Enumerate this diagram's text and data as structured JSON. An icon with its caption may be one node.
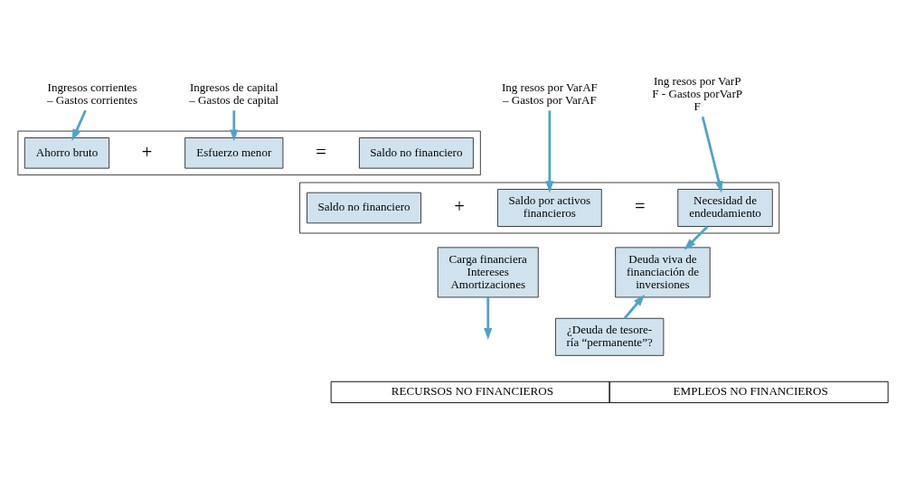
{
  "diagram": {
    "nodes": [
      {
        "text": [
          "Ingresos corrientes – Gastos corrientes"
        ]
      },
      {
        "text": [
          "Ingresos de capital – Gastos de capital"
        ]
      },
      {
        "text": [
          "Ing resos por VarAF – Gastos por VarAF"
        ]
      },
      {
        "text": [
          "Ing resos por VarP F - Gastos porVarP F"
        ]
      },
      {
        "text": [],
        "shape": "box"
      },
      {
        "text": [
          "Ahorro bruto"
        ],
        "in": 4
      },
      {
        "text": [
          "Esfuerzo menor"
        ],
        "in": 4
      },
      {
        "text": [
          "Saldo no financiero"
        ],
        "in": 4
      },
      {
        "text": [],
        "shape": "box"
      },
      {
        "text": [
          "Saldo no financiero"
        ],
        "in": 8
      },
      {
        "text": [
          "Saldo por activos financieros"
        ],
        "in": 8
      },
      {
        "text": [
          "Necesidad de endeudamiento"
        ],
        "in": 8
      },
      {
        "text": [
          "Carga financiera",
          "Intereses",
          "Amortizaciones"
        ]
      },
      {
        "text": [
          "Deuda viva de financiación de inversiones"
        ]
      },
      {
        "text": [
          "¿Deuda de tesore- ría “permanente”?"
        ]
      }
    ],
    "edges": [
      {
        "from": 0,
        "to": 5,
        "arrow": "to"
      },
      {
        "from": 1,
        "to": 6,
        "arrow": "to"
      },
      {
        "from": 2,
        "to": 10,
        "arrow": "to"
      },
      {
        "from": 3,
        "to": 11,
        "arrow": "to"
      },
      {
        "from": 11,
        "to": 13,
        "arrow": "to"
      },
      {
        "from": 14,
        "to": 13,
        "arrow": "to"
      },
      {
        "from": 12,
        "to": null,
        "arrow": "to"
      }
    ],
    "labels": [
      "+",
      "=",
      "+",
      "=",
      "RECURSOS NO FINANCIEROS",
      "EMPLEOS NO FINANCIEROS"
    ]
  }
}
